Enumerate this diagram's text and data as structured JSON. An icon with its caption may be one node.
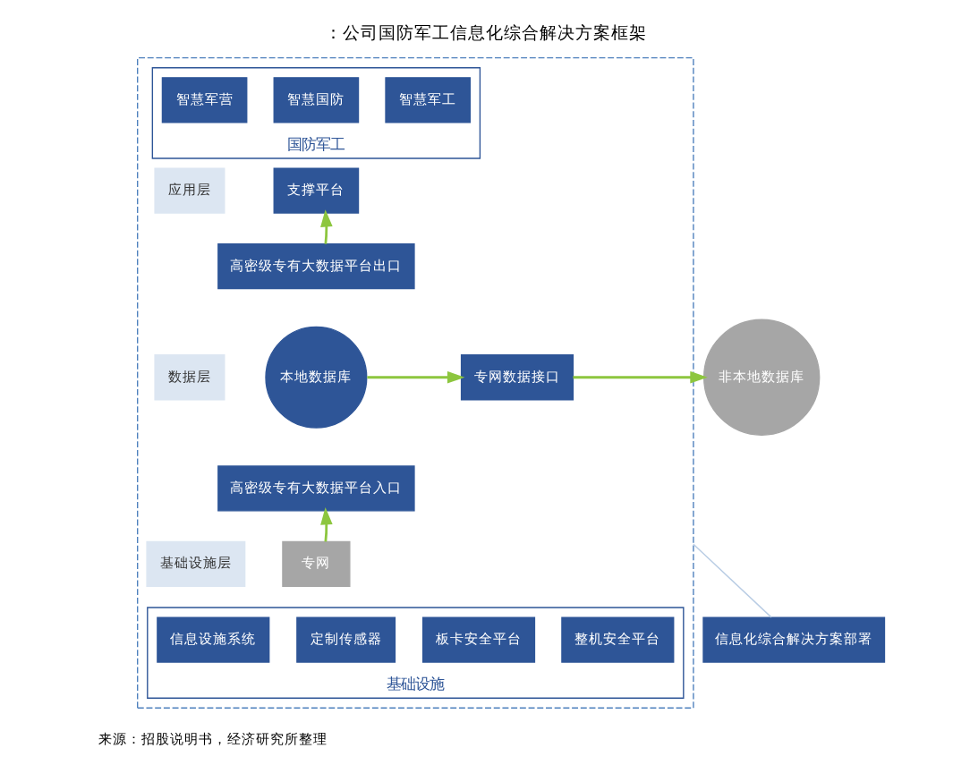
{
  "diagram": {
    "title": "：公司国防军工信息化综合解决方案框架",
    "caption": "来源：招股说明书，经济研究所整理",
    "nodes": [
      {
        "text": [],
        "shape": "box"
      },
      {
        "text": [
          "应用层"
        ],
        "in": 0
      },
      {
        "text": [
          "国防军工"
        ],
        "in": 0
      },
      {
        "text": [
          "智慧军营"
        ],
        "in": 2
      },
      {
        "text": [
          "智慧国防"
        ],
        "in": 2
      },
      {
        "text": [
          "智慧军工"
        ],
        "in": 2
      },
      {
        "text": [
          "支撑平台"
        ],
        "in": 0
      },
      {
        "text": [
          "数据层"
        ],
        "in": 0
      },
      {
        "text": [
          "高密级专有大数据平台出口"
        ],
        "in": 0
      },
      {
        "text": [
          "本地数据库"
        ],
        "in": 0
      },
      {
        "text": [
          "高密级专有大数据平台入口"
        ],
        "in": 0
      },
      {
        "text": [
          "专网数据接口"
        ],
        "in": 0
      },
      {
        "text": [
          "非本地数据库"
        ]
      },
      {
        "text": [
          "基础设施层"
        ],
        "in": 0
      },
      {
        "text": [
          "专网"
        ],
        "in": 0
      },
      {
        "text": [
          "基础设施"
        ],
        "in": 0
      },
      {
        "text": [
          "信息设施系统"
        ],
        "in": 15
      },
      {
        "text": [
          "定制传感器"
        ],
        "in": 15
      },
      {
        "text": [
          "板卡安全平台"
        ],
        "in": 15
      },
      {
        "text": [
          "整机安全平台"
        ],
        "in": 15
      },
      {
        "text": [
          "信息化综合解决方案部署"
        ]
      }
    ],
    "edges": [
      {
        "from": 8,
        "to": 6,
        "arrow": "to"
      },
      {
        "from": 9,
        "to": 11,
        "arrow": "to"
      },
      {
        "from": 11,
        "to": 12,
        "arrow": "to"
      },
      {
        "from": 14,
        "to": 10,
        "arrow": "to"
      },
      {
        "from": 20,
        "to": 0,
        "arrow": "none",
        "color": "#b8cce4"
      }
    ]
  }
}
